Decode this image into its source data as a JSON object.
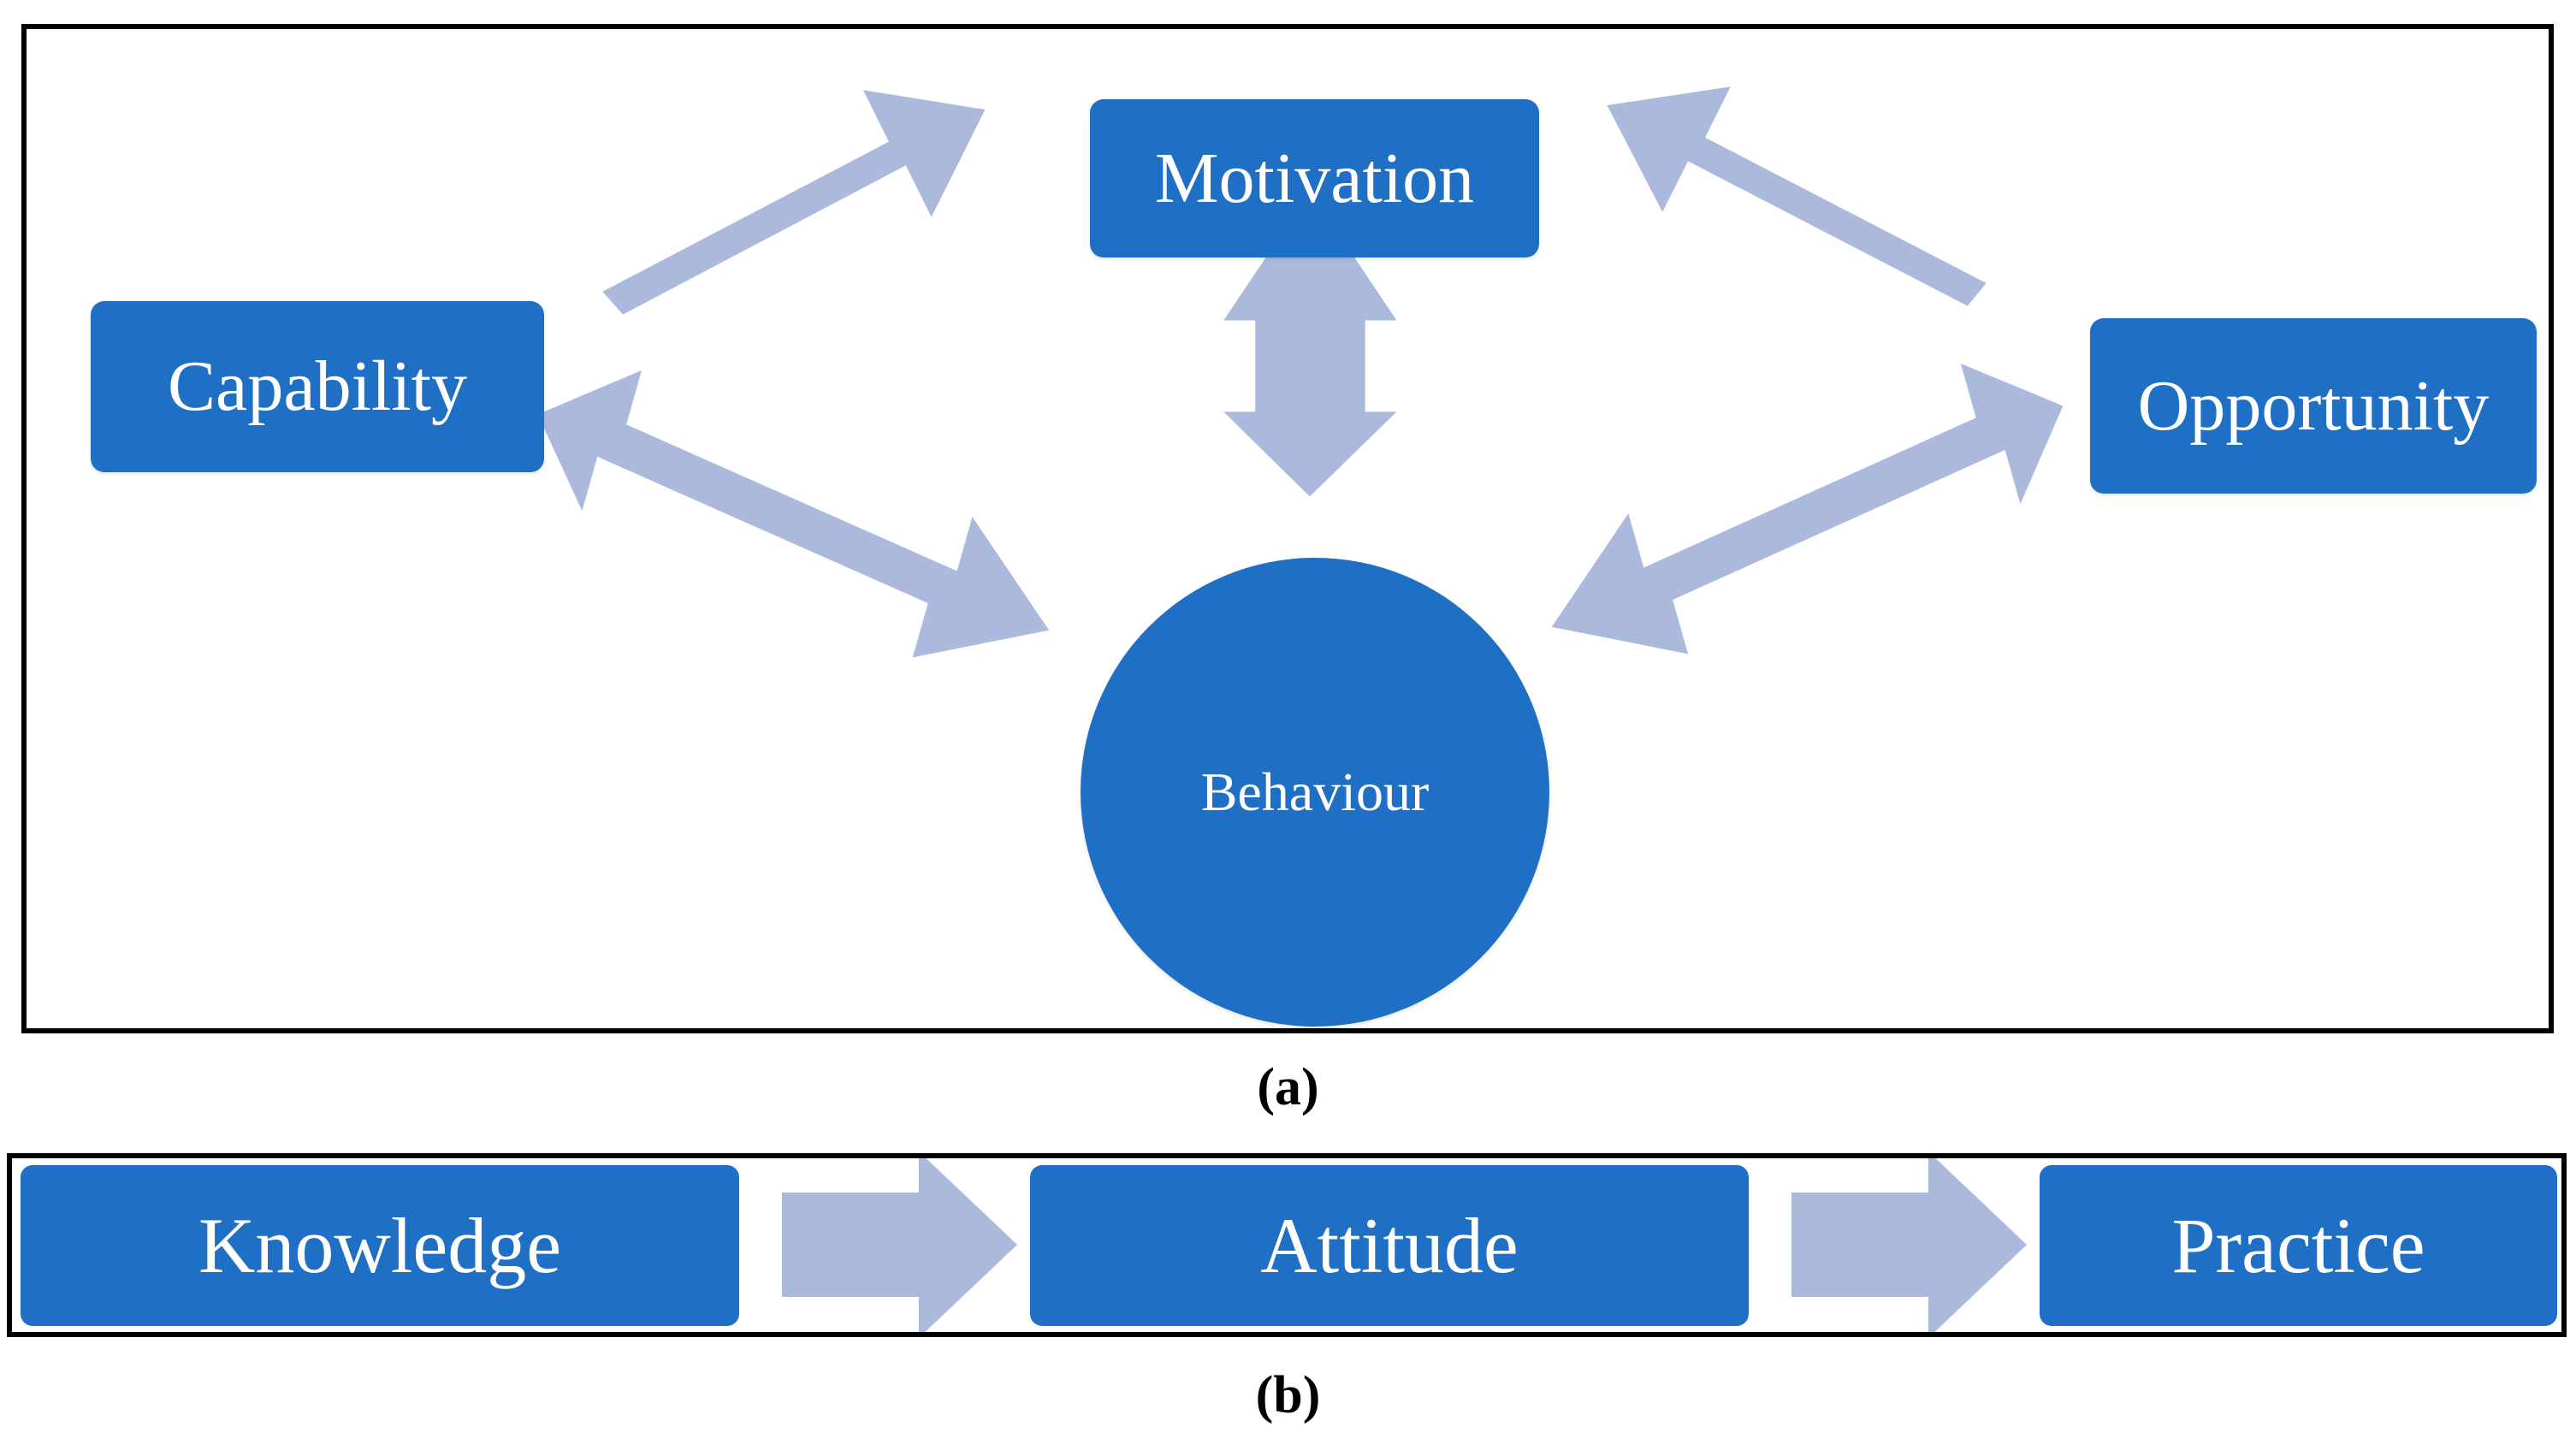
{
  "figure": {
    "panel_a": {
      "caption": "(a)",
      "nodes": [
        {
          "id": "capability",
          "label": "Capability",
          "shape": "rounded-rect"
        },
        {
          "id": "motivation",
          "label": "Motivation",
          "shape": "rounded-rect"
        },
        {
          "id": "opportunity",
          "label": "Opportunity",
          "shape": "rounded-rect"
        },
        {
          "id": "behaviour",
          "label": "Behaviour",
          "shape": "circle"
        }
      ],
      "connections": [
        {
          "from": "capability",
          "to": "motivation",
          "style": "single-headed",
          "direction": "up-right"
        },
        {
          "from": "opportunity",
          "to": "motivation",
          "style": "single-headed",
          "direction": "up-left"
        },
        {
          "from": "motivation",
          "to": "behaviour",
          "style": "double-headed",
          "direction": "vertical"
        },
        {
          "from": "capability",
          "to": "behaviour",
          "style": "double-headed",
          "direction": "diagonal-down-right"
        },
        {
          "from": "behaviour",
          "to": "opportunity",
          "style": "double-headed",
          "direction": "diagonal-up-right"
        }
      ]
    },
    "panel_b": {
      "caption": "(b)",
      "steps": [
        {
          "id": "knowledge",
          "label": "Knowledge"
        },
        {
          "id": "attitude",
          "label": "Attitude"
        },
        {
          "id": "practice",
          "label": "Practice"
        }
      ],
      "connectors": [
        {
          "from": "knowledge",
          "to": "attitude",
          "style": "block-arrow",
          "direction": "right"
        },
        {
          "from": "attitude",
          "to": "practice",
          "style": "block-arrow",
          "direction": "right"
        }
      ]
    },
    "colors": {
      "node_blue": "#1f6fc4",
      "arrow_blue": "#aab9dc",
      "border_black": "#000000",
      "background": "#ffffff",
      "node_text": "#ffffff"
    }
  }
}
